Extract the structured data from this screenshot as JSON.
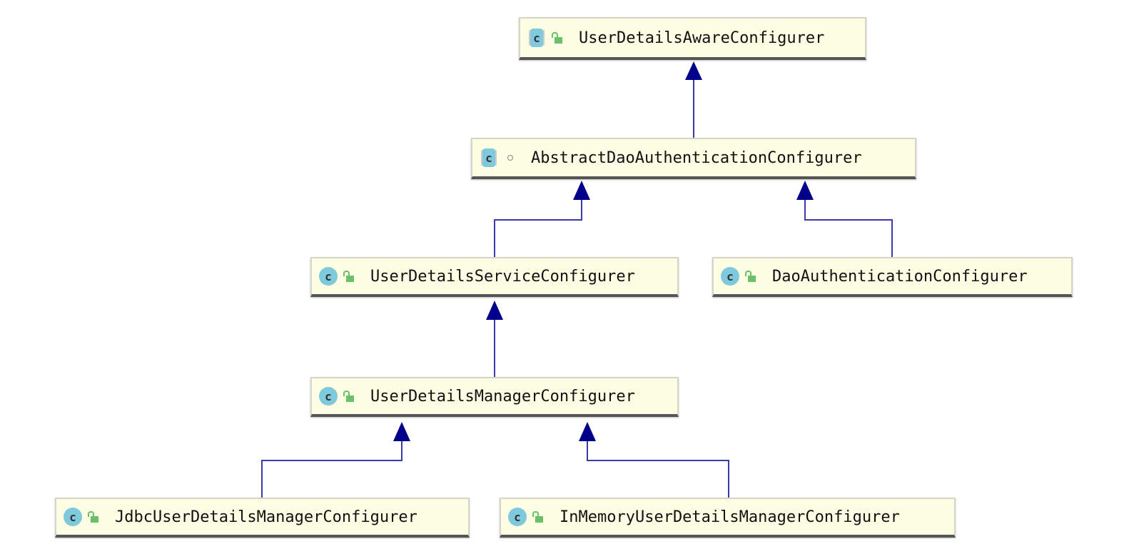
{
  "diagram": {
    "nodes": [
      {
        "id": "n1",
        "name": "UserDetailsAwareConfigurer",
        "kind": "abstract",
        "visibility": "public"
      },
      {
        "id": "n2",
        "name": "AbstractDaoAuthenticationConfigurer",
        "kind": "abstract",
        "visibility": "package"
      },
      {
        "id": "n3",
        "name": "UserDetailsServiceConfigurer",
        "kind": "class",
        "visibility": "public"
      },
      {
        "id": "n4",
        "name": "DaoAuthenticationConfigurer",
        "kind": "class",
        "visibility": "public"
      },
      {
        "id": "n5",
        "name": "UserDetailsManagerConfigurer",
        "kind": "class",
        "visibility": "public"
      },
      {
        "id": "n6",
        "name": "JdbcUserDetailsManagerConfigurer",
        "kind": "class",
        "visibility": "public"
      },
      {
        "id": "n7",
        "name": "InMemoryUserDetailsManagerConfigurer",
        "kind": "class",
        "visibility": "public"
      }
    ],
    "edges": [
      {
        "from": "n2",
        "to": "n1",
        "type": "extends"
      },
      {
        "from": "n3",
        "to": "n2",
        "type": "extends"
      },
      {
        "from": "n4",
        "to": "n2",
        "type": "extends"
      },
      {
        "from": "n5",
        "to": "n3",
        "type": "extends"
      },
      {
        "from": "n6",
        "to": "n5",
        "type": "extends"
      },
      {
        "from": "n7",
        "to": "n5",
        "type": "extends"
      }
    ],
    "icon_letter": "c",
    "colors": {
      "edge": "#00008b",
      "node_bg": "#fefee4",
      "class_icon": "#7ec9dc",
      "lock": "#6ac16a"
    }
  }
}
